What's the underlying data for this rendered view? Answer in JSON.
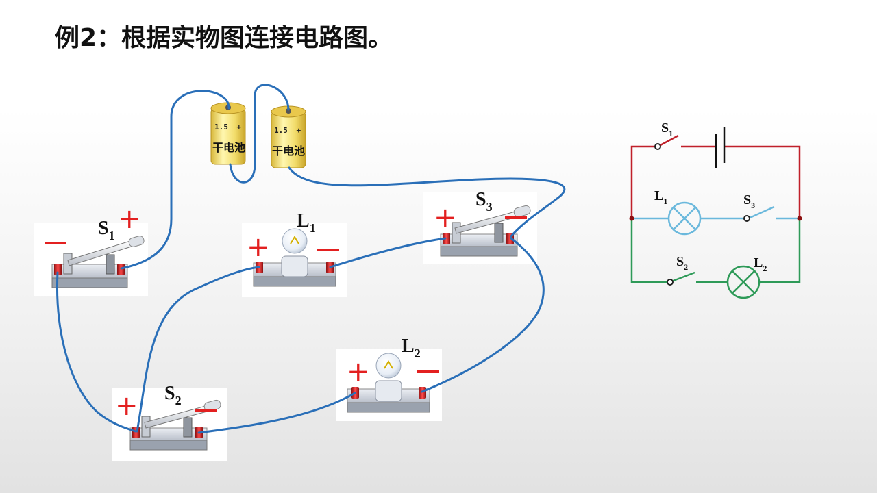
{
  "title": "例2：根据实物图连接电路图。",
  "battery": {
    "voltage": "1.5",
    "plus": "+",
    "name": "干电池"
  },
  "physical": {
    "s1": {
      "letter": "S",
      "sub": "1"
    },
    "s2": {
      "letter": "S",
      "sub": "2"
    },
    "s3": {
      "letter": "S",
      "sub": "3"
    },
    "l1": {
      "letter": "L",
      "sub": "1"
    },
    "l2": {
      "letter": "L",
      "sub": "2"
    }
  },
  "schematic": {
    "s1": {
      "letter": "S",
      "sub": "1"
    },
    "s2": {
      "letter": "S",
      "sub": "2"
    },
    "s3": {
      "letter": "S",
      "sub": "3"
    },
    "l1": {
      "letter": "L",
      "sub": "1"
    },
    "l2": {
      "letter": "L",
      "sub": "2"
    }
  },
  "colors": {
    "wire": "#2a6fb8",
    "terminal_sign": "#e32020",
    "schematic_top": "#c0202a",
    "schematic_middle": "#6ab8dc",
    "schematic_bottom": "#2e9a58"
  }
}
